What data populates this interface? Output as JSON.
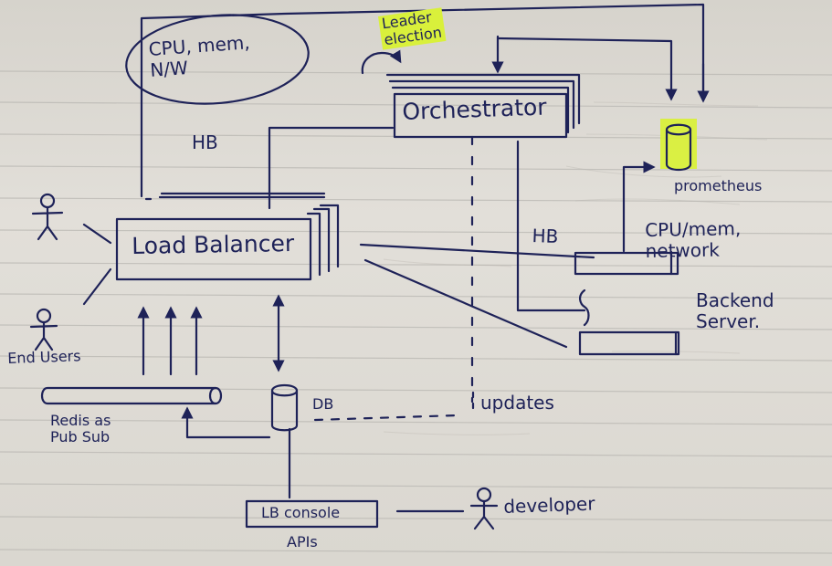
{
  "nodes": {
    "cpu_note": "CPU, mem,\nN/W",
    "hb_top": "HB",
    "leader_election": "Leader\nelection",
    "orchestrator": "Orchestrator",
    "load_balancer": "Load Balancer",
    "hb_right": "HB",
    "prometheus": "prometheus",
    "backend_metrics": "CPU/mem,\nnetwork",
    "backend_server": "Backend\nServer.",
    "end_users": "End Users",
    "redis_pubsub": "Redis as\nPub Sub",
    "db": "DB",
    "updates": "updates",
    "lb_console": "LB console",
    "apis": "APIs",
    "developer": "developer"
  },
  "colors": {
    "ink": "#1e2258",
    "highlight": "#d9f03b",
    "paper": "#dcd8d1"
  }
}
